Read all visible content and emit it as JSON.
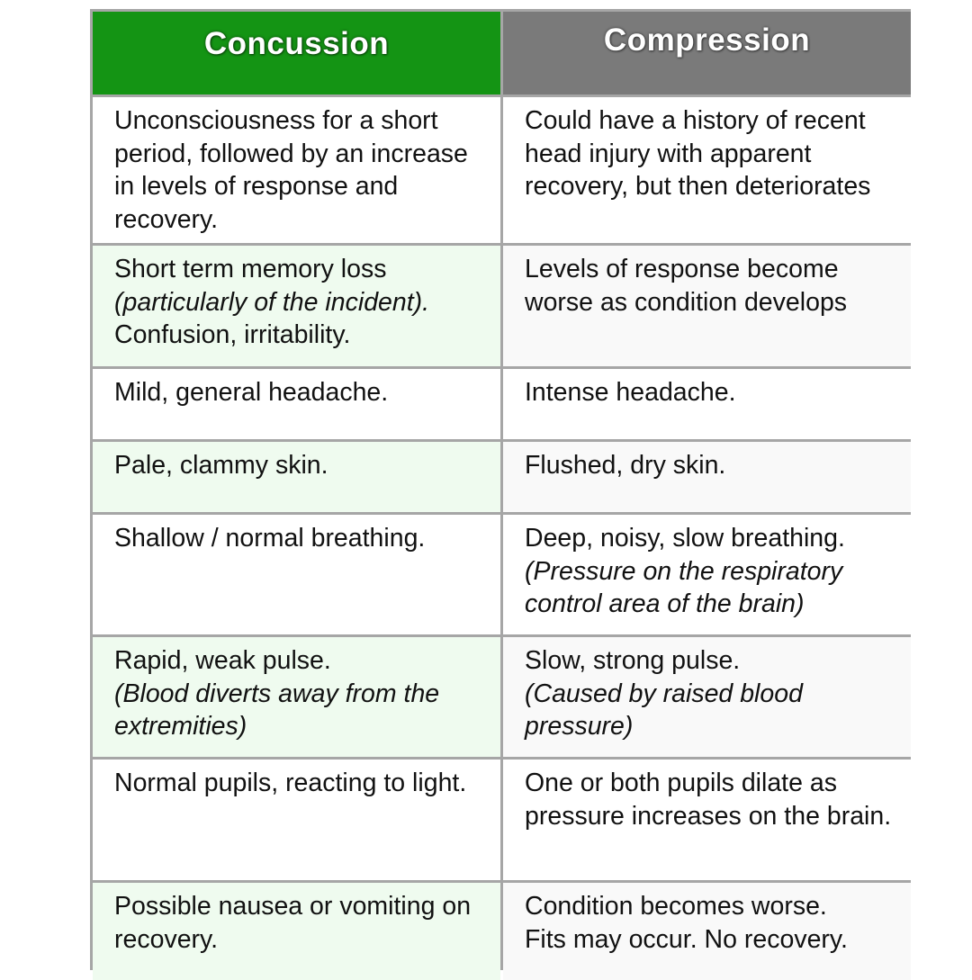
{
  "headers": {
    "left": "Concussion",
    "right": "Compression",
    "left_color": "#149414",
    "right_color": "#7a7a7a"
  },
  "row_colors": {
    "odd_left": "#ffffff",
    "odd_right": "#ffffff",
    "even_left": "#effbef",
    "even_right": "#f9f9f9"
  },
  "rows": [
    {
      "concussion": [
        {
          "text": "Unconsciousness for a short period, followed by an increase in levels of response and recovery.",
          "italic": false
        }
      ],
      "compression": [
        {
          "text": "Could have a history of recent head injury with apparent recovery, but then deteriorates",
          "italic": false
        }
      ]
    },
    {
      "concussion": [
        {
          "text": "Short term memory loss",
          "italic": false
        },
        {
          "text": "(particularly of the incident).",
          "italic": true
        },
        {
          "text": "Confusion, irritability.",
          "italic": false
        }
      ],
      "compression": [
        {
          "text": "Levels of response become worse as condition develops",
          "italic": false
        }
      ]
    },
    {
      "concussion": [
        {
          "text": "Mild, general headache.",
          "italic": false
        }
      ],
      "compression": [
        {
          "text": "Intense headache.",
          "italic": false
        }
      ]
    },
    {
      "concussion": [
        {
          "text": "Pale, clammy skin.",
          "italic": false
        }
      ],
      "compression": [
        {
          "text": "Flushed, dry skin.",
          "italic": false
        }
      ]
    },
    {
      "concussion": [
        {
          "text": "Shallow / normal breathing.",
          "italic": false
        }
      ],
      "compression": [
        {
          "text": "Deep, noisy, slow breathing.",
          "italic": false
        },
        {
          "text": "(Pressure on the respiratory control area of the brain)",
          "italic": true
        }
      ]
    },
    {
      "concussion": [
        {
          "text": "Rapid, weak pulse.",
          "italic": false
        },
        {
          "text": "(Blood diverts away from the extremities)",
          "italic": true
        }
      ],
      "compression": [
        {
          "text": "Slow, strong pulse.",
          "italic": false
        },
        {
          "text": "(Caused by raised blood pressure)",
          "italic": true
        }
      ]
    },
    {
      "concussion": [
        {
          "text": "Normal pupils, reacting to light.",
          "italic": false
        }
      ],
      "compression": [
        {
          "text": "One or both pupils dilate as pressure increases on the brain.",
          "italic": false
        }
      ]
    },
    {
      "concussion": [
        {
          "text": "Possible nausea or vomiting on recovery.",
          "italic": false
        }
      ],
      "compression": [
        {
          "text": "Condition becomes worse.",
          "italic": false
        },
        {
          "text": "Fits may occur. No recovery.",
          "italic": false
        }
      ]
    }
  ]
}
